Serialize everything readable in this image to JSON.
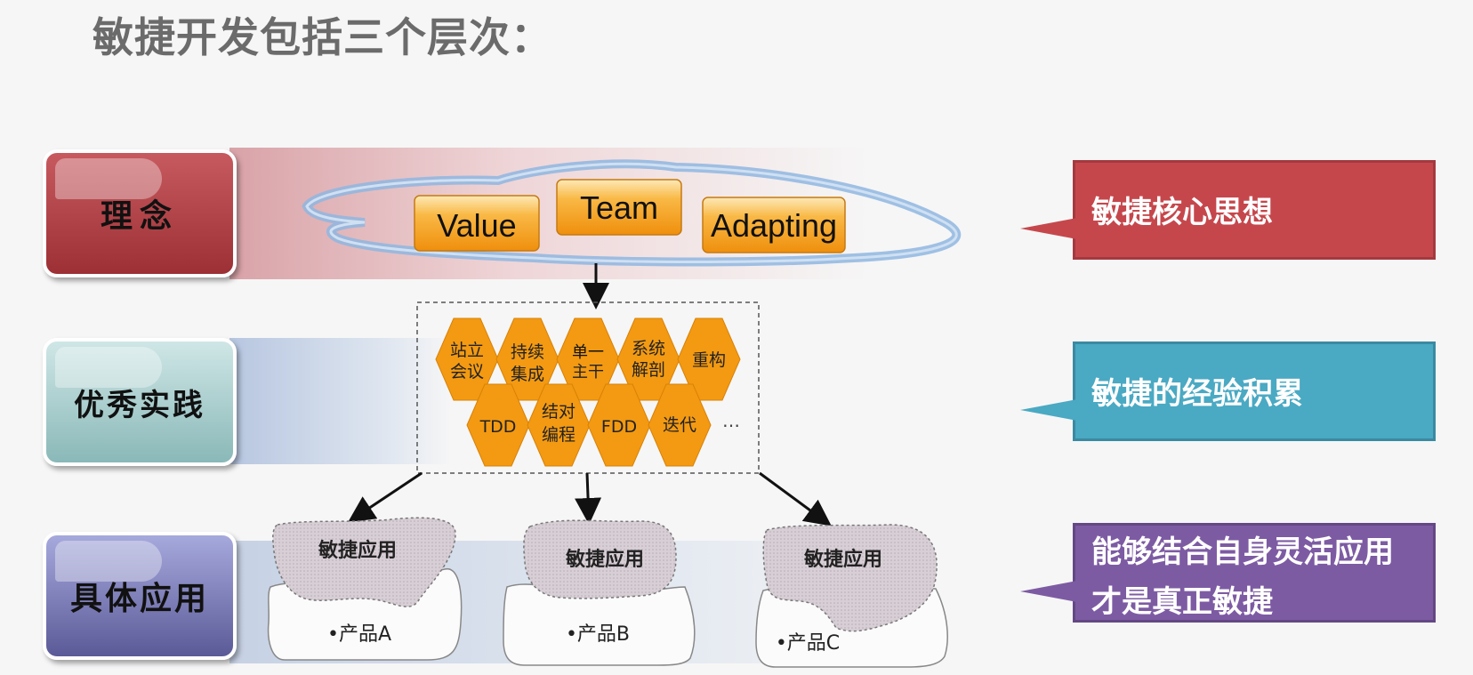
{
  "title": "敏捷开发包括三个层次：",
  "levels": [
    {
      "label": "理念"
    },
    {
      "label": "优秀实践"
    },
    {
      "label": "具体应用"
    }
  ],
  "values": [
    "Value",
    "Team",
    "Adapting"
  ],
  "practices_top": [
    "站立会议",
    "持续集成",
    "单一主干",
    "系统解剖",
    "重构"
  ],
  "practices_bottom": [
    "TDD",
    "结对编程",
    "FDD",
    "迭代"
  ],
  "ellipsis": "…",
  "apps": [
    {
      "label": "敏捷应用",
      "product": "•产品A"
    },
    {
      "label": "敏捷应用",
      "product": "•产品B"
    },
    {
      "label": "敏捷应用",
      "product": "•产品C"
    }
  ],
  "callouts": [
    {
      "text": "敏捷核心思想"
    },
    {
      "text": "敏捷的经验积累"
    },
    {
      "line1": "能够结合自身灵活应用",
      "line2": "才是真正敏捷"
    }
  ],
  "colors": {
    "level1": "#b0393e",
    "level2": "#a9cfcf",
    "level3": "#7f7dbd",
    "callout1": "#c5474c",
    "callout2": "#4aa9c3",
    "callout3": "#7d5ba3",
    "value_box": "#f7a21c",
    "hexagon": "#f39a12",
    "cloud": "#8fb6e0"
  }
}
